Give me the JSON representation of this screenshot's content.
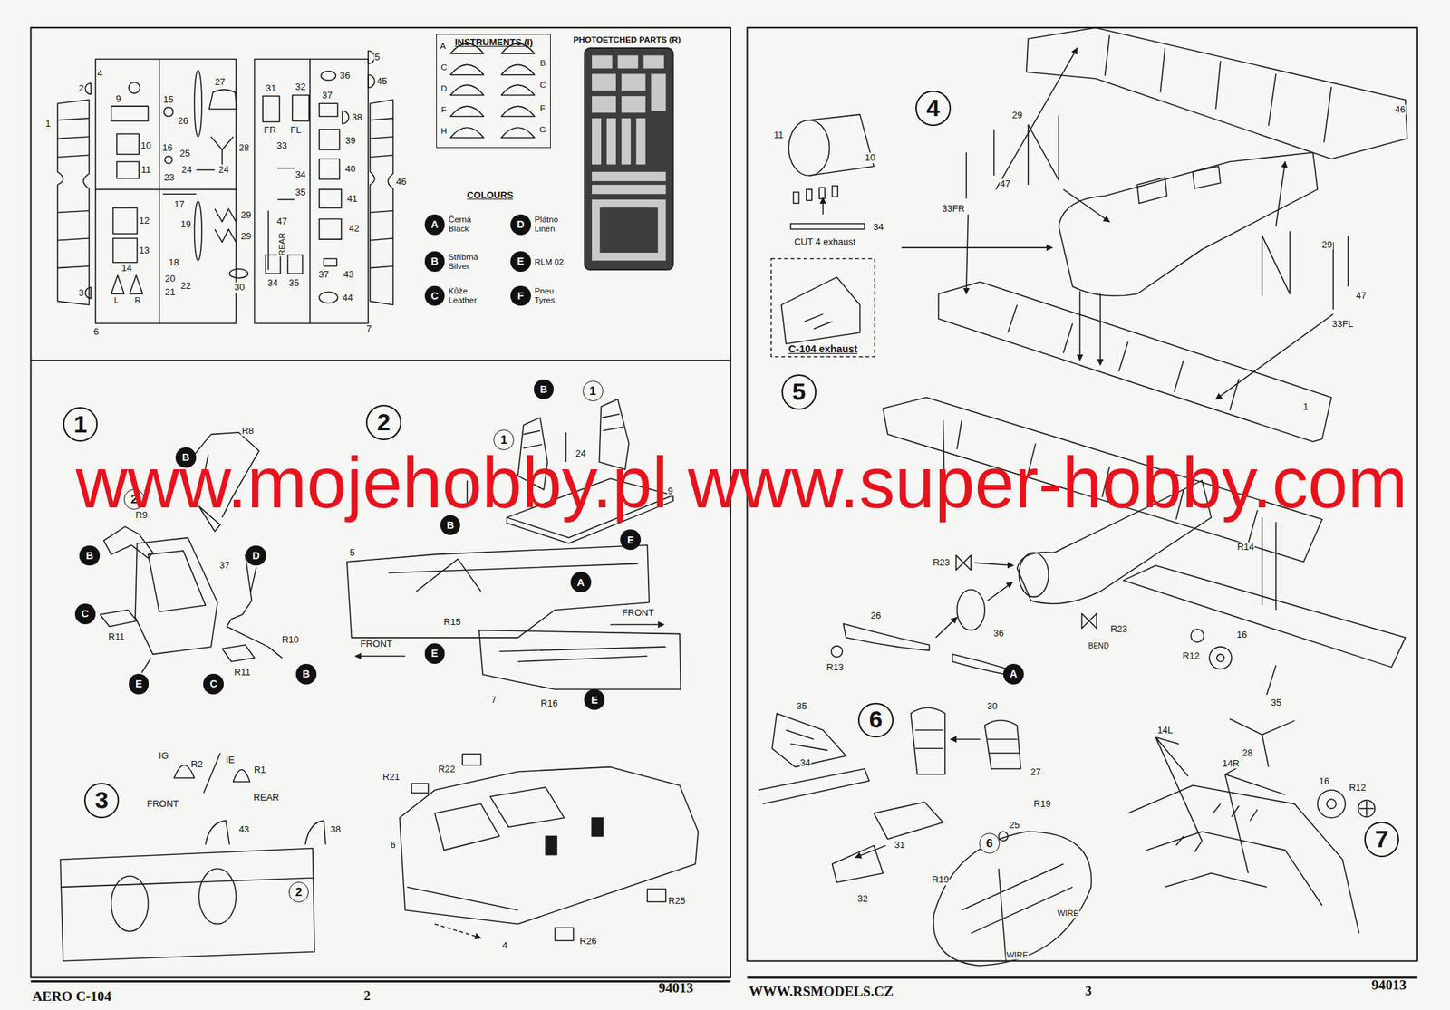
{
  "diagram": {
    "nodes": [
      {
        "text": [
          "INSTRUMENTS (I)"
        ]
      },
      {
        "text": [
          "A"
        ]
      },
      {
        "text": [
          "B"
        ]
      },
      {
        "text": [
          "C"
        ]
      },
      {
        "text": [
          "D"
        ]
      },
      {
        "text": [
          "E"
        ]
      },
      {
        "text": [
          "F"
        ]
      },
      {
        "text": [
          "1"
        ]
      },
      {
        "text": [
          "2"
        ]
      },
      {
        "text": [
          "B"
        ]
      },
      {
        "text": [
          "B"
        ]
      },
      {
        "text": [
          "C"
        ]
      },
      {
        "text": [
          "D"
        ]
      },
      {
        "text": [
          "E"
        ]
      },
      {
        "text": [
          "C"
        ]
      },
      {
        "text": [
          "B"
        ]
      },
      {
        "text": [
          "2"
        ]
      },
      {
        "text": [
          "B"
        ]
      },
      {
        "text": [
          "1"
        ]
      },
      {
        "text": [
          "1"
        ]
      },
      {
        "text": [
          "B"
        ]
      },
      {
        "text": [
          "E"
        ]
      },
      {
        "text": [
          "A"
        ]
      },
      {
        "text": [
          "E"
        ]
      },
      {
        "text": [
          "E"
        ]
      },
      {
        "text": [
          "3"
        ]
      },
      {
        "text": [
          "2"
        ]
      },
      {
        "text": [
          "4"
        ]
      },
      {
        "text": [
          "C-104 exhaust"
        ]
      },
      {
        "text": [
          "5"
        ]
      },
      {
        "text": [
          "A"
        ]
      },
      {
        "text": [
          "6"
        ]
      },
      {
        "text": [
          "6"
        ]
      },
      {
        "text": [
          "7"
        ]
      }
    ],
    "labels": [
      "4",
      "2",
      "9",
      "15",
      "1",
      "26",
      "10",
      "16",
      "25",
      "11",
      "23",
      "24",
      "24",
      "17",
      "12",
      "19",
      "13",
      "18",
      "14",
      "L",
      "R",
      "20",
      "21",
      "22",
      "3",
      "6",
      "27",
      "28",
      "30",
      "5",
      "36",
      "45",
      "31",
      "32",
      "37",
      "38",
      "FR",
      "FL",
      "33",
      "39",
      "40",
      "34",
      "35",
      "46",
      "41",
      "42",
      "29",
      "29",
      "47",
      "REAR",
      "34",
      "35",
      "37",
      "43",
      "44",
      "7",
      "A",
      "C",
      "D",
      "F",
      "H",
      "B",
      "C",
      "E",
      "G",
      "PHOTOETCHED PARTS (R)",
      "COLOURS",
      "Černá Black",
      "Stříbrná Silver",
      "Kůže Leather",
      "Plátno Linen",
      "RLM 02",
      "Pneu Tyres",
      "R8",
      "R9",
      "37",
      "R11",
      "R10",
      "R11",
      "24",
      "9",
      "5",
      "FRONT",
      "R15",
      "FRONT",
      "7",
      "R16",
      "IG",
      "R2",
      "IE",
      "R1",
      "FRONT",
      "REAR",
      "43",
      "38",
      "R21",
      "R22",
      "6",
      "4",
      "R26",
      "R25",
      "11",
      "10",
      "CUT 4 exhaust",
      "34",
      "29",
      "47",
      "33FR",
      "46",
      "29",
      "47",
      "33FL",
      "1",
      "R23",
      "R14",
      "26",
      "36",
      "R13",
      "R23",
      "BEND",
      "16",
      "R12",
      "35",
      "34",
      "30",
      "27",
      "25",
      "R19",
      "31",
      "32",
      "R19",
      "WIRE",
      "WIRE",
      "35",
      "16",
      "R12",
      "28",
      "14L",
      "14R",
      "AERO C-104",
      "2",
      "94013",
      "WWW.RSMODELS.CZ",
      "3",
      "94013",
      "www.mojehobby.pl www.super-hobby.com"
    ]
  }
}
